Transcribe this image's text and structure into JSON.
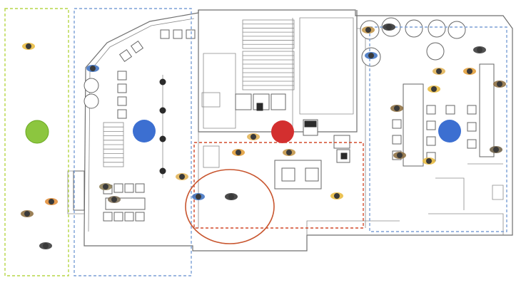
{
  "colors": {
    "zone_outdoor": "#b6d646",
    "zone_blue": "#7b9fd6",
    "zone_red": "#d24a2a",
    "focus_ellipse": "#c8552e",
    "marker_green": "#8cc63f",
    "marker_blue": "#3c6fd1",
    "marker_red": "#d32f2f"
  },
  "zones": [
    {
      "name": "zone-outdoor",
      "color": "#b6d646"
    },
    {
      "name": "zone-dining-left",
      "color": "#7b9fd6"
    },
    {
      "name": "zone-kitchen",
      "color": "#d24a2a"
    },
    {
      "name": "zone-dining-right",
      "color": "#7b9fd6"
    }
  ],
  "markers": [
    {
      "name": "marker-green-outdoor",
      "color": "#8cc63f"
    },
    {
      "name": "marker-blue-left",
      "color": "#3c6fd1"
    },
    {
      "name": "marker-red-kitchen",
      "color": "#d32f2f"
    },
    {
      "name": "marker-blue-right",
      "color": "#3c6fd1"
    }
  ],
  "icons": [
    "person-icon",
    "table-icon",
    "chair-icon",
    "stair-icon",
    "door-icon",
    "laptop-icon"
  ]
}
